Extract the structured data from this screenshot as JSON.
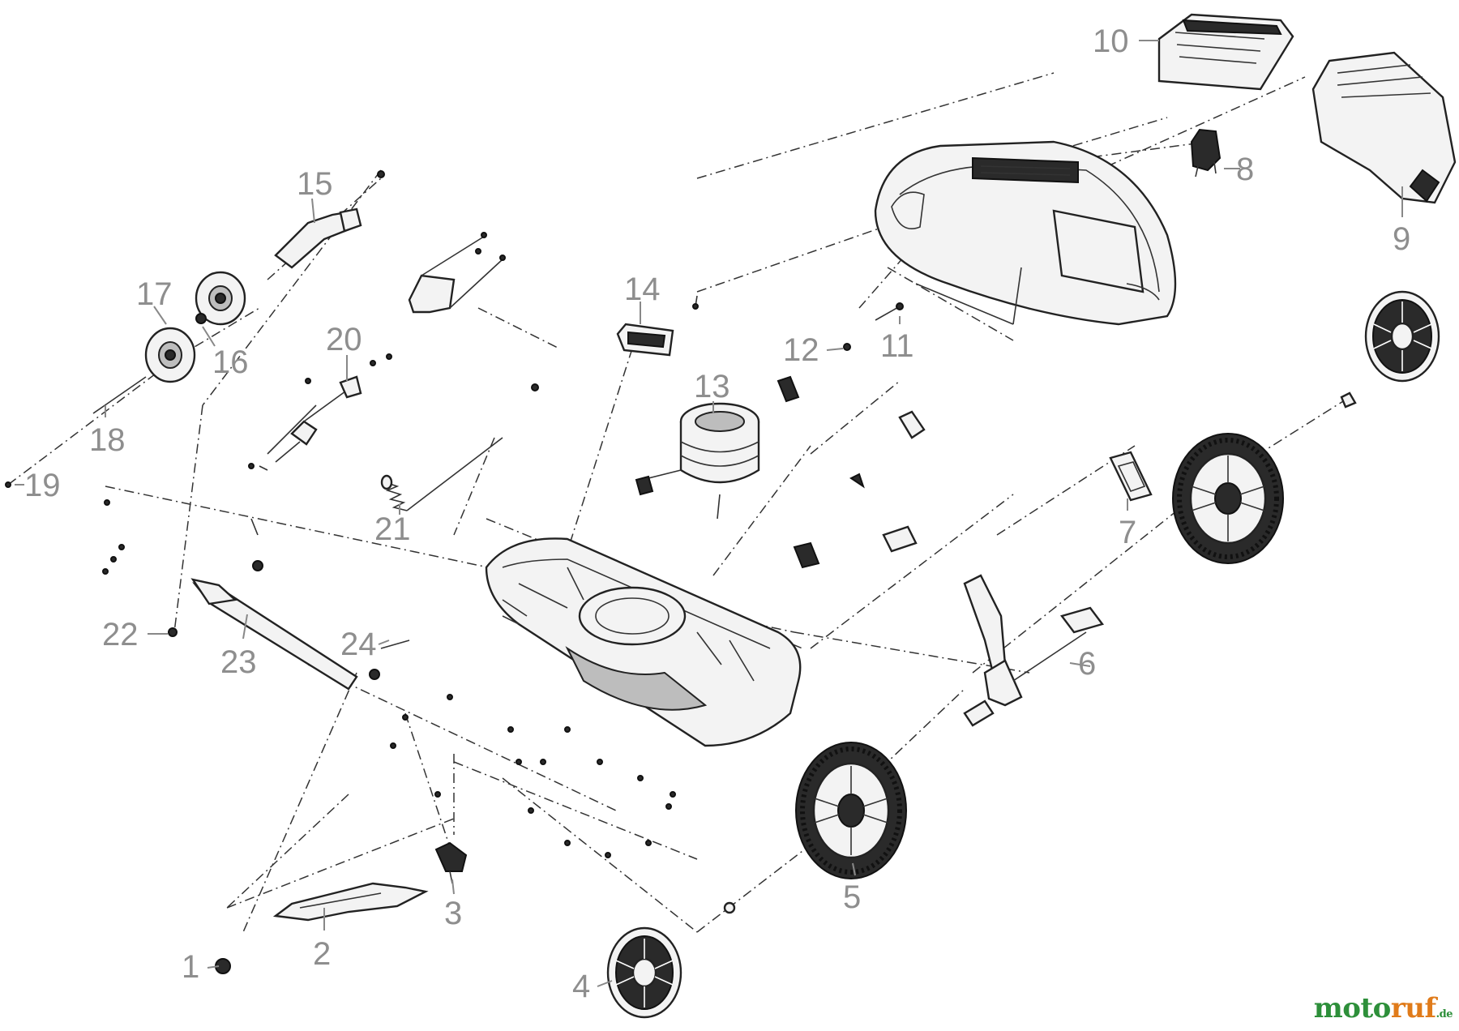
{
  "callouts": [
    "1",
    "2",
    "3",
    "4",
    "5",
    "6",
    "7",
    "8",
    "9",
    "10",
    "11",
    "12",
    "13",
    "14",
    "15",
    "16",
    "17",
    "18",
    "19",
    "20",
    "21",
    "22",
    "23",
    "24"
  ],
  "watermark": {
    "part1": "moto",
    "part2": "ruf",
    "part3": ".de"
  },
  "colors": {
    "callout": "#8e8e8e",
    "line": "#222222",
    "brand_green": "#2d8f3a",
    "brand_orange": "#e07b1a"
  }
}
